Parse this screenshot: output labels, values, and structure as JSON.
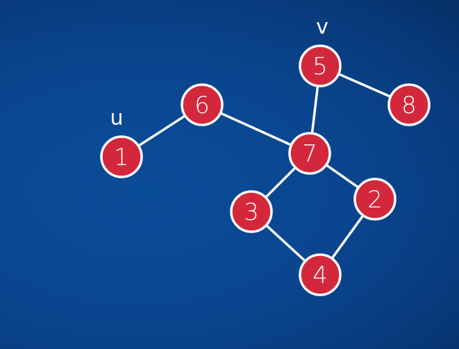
{
  "graph": {
    "nodes": [
      {
        "id": "1",
        "label": "1"
      },
      {
        "id": "2",
        "label": "2"
      },
      {
        "id": "3",
        "label": "3"
      },
      {
        "id": "4",
        "label": "4"
      },
      {
        "id": "5",
        "label": "5"
      },
      {
        "id": "6",
        "label": "6"
      },
      {
        "id": "7",
        "label": "7"
      },
      {
        "id": "8",
        "label": "8"
      }
    ],
    "edges": [
      {
        "from": "1",
        "to": "6"
      },
      {
        "from": "6",
        "to": "7"
      },
      {
        "from": "5",
        "to": "7"
      },
      {
        "from": "5",
        "to": "8"
      },
      {
        "from": "7",
        "to": "3"
      },
      {
        "from": "7",
        "to": "2"
      },
      {
        "from": "3",
        "to": "4"
      },
      {
        "from": "2",
        "to": "4"
      }
    ],
    "markers": [
      {
        "node": "1",
        "label": "u"
      },
      {
        "node": "5",
        "label": "v"
      }
    ],
    "colors": {
      "node_fill": "#d3283c",
      "stroke": "#ffffff",
      "background": "#0a4690"
    }
  }
}
